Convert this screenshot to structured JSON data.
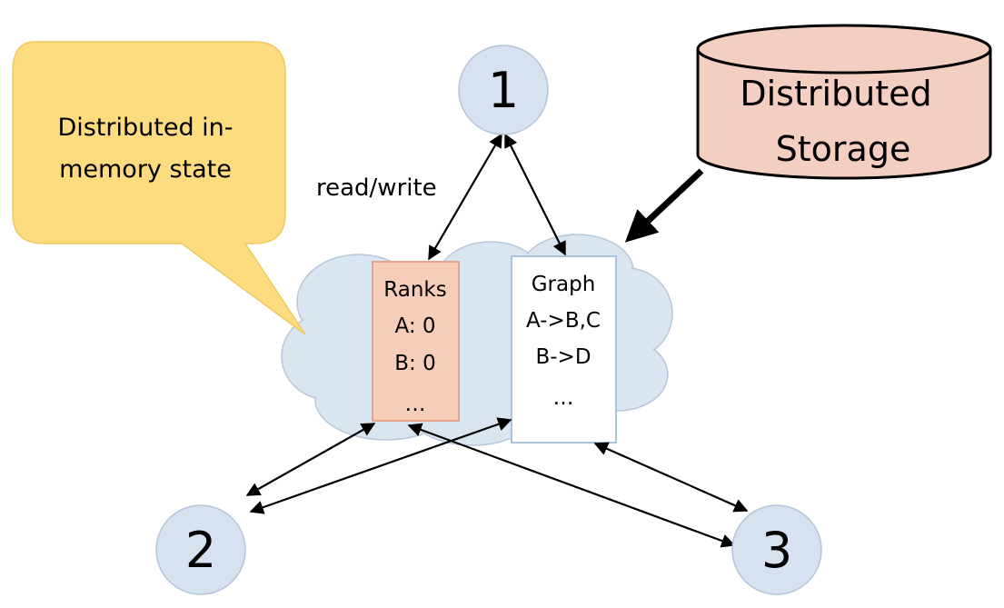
{
  "callout": {
    "line1": "Distributed in-",
    "line2": "memory state"
  },
  "storage": {
    "line1": "Distributed",
    "line2": "Storage"
  },
  "edge_label": "read/write",
  "nodes": {
    "n1": "1",
    "n2": "2",
    "n3": "3"
  },
  "ranks_box": {
    "title": "Ranks",
    "rows": [
      "A: 0",
      "B: 0",
      "…"
    ]
  },
  "graph_box": {
    "title": "Graph",
    "rows": [
      "A->B,C",
      "B->D",
      "…"
    ]
  },
  "colors": {
    "node_fill": "#d6e2ef",
    "cloud_fill": "#d9e5f1",
    "callout_fill": "#fddc7f",
    "storage_fill": "#f5cec2",
    "ranks_fill": "#f6cdb8",
    "ranks_border": "#e7a48e"
  }
}
